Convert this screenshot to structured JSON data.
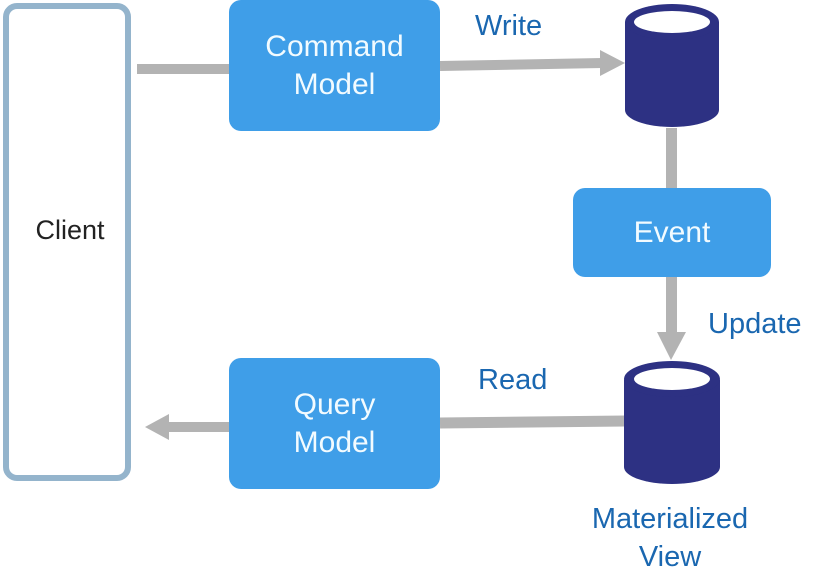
{
  "diagram": {
    "title": "CQRS with Materialized View",
    "colors": {
      "box_fill": "#3f9ee8",
      "box_text": "#f2fbff",
      "db_fill": "#2d3183",
      "connector": "#b3b3b3",
      "edge_label": "#1a67b0",
      "client_border": "#94b4cc"
    },
    "nodes": {
      "client": {
        "label": "Client",
        "shape": "rounded-rect-outline"
      },
      "command_model": {
        "label_line1": "Command",
        "label_line2": "Model",
        "shape": "rounded-rect"
      },
      "query_model": {
        "label_line1": "Query",
        "label_line2": "Model",
        "shape": "rounded-rect"
      },
      "event": {
        "label": "Event",
        "shape": "rounded-rect"
      },
      "write_store": {
        "label": "",
        "shape": "database-icon"
      },
      "materialized_view": {
        "label_line1": "Materialized",
        "label_line2": "View",
        "shape": "database-icon"
      }
    },
    "edges": [
      {
        "from": "client",
        "to": "command_model",
        "label": "",
        "arrow": false
      },
      {
        "from": "command_model",
        "to": "write_store",
        "label": "Write",
        "arrow": true
      },
      {
        "from": "write_store",
        "to": "event",
        "label": "",
        "arrow": false
      },
      {
        "from": "event",
        "to": "materialized_view",
        "label": "Update",
        "arrow": true
      },
      {
        "from": "materialized_view",
        "to": "query_model",
        "label": "Read",
        "arrow": false
      },
      {
        "from": "query_model",
        "to": "client",
        "label": "",
        "arrow": true
      }
    ]
  }
}
